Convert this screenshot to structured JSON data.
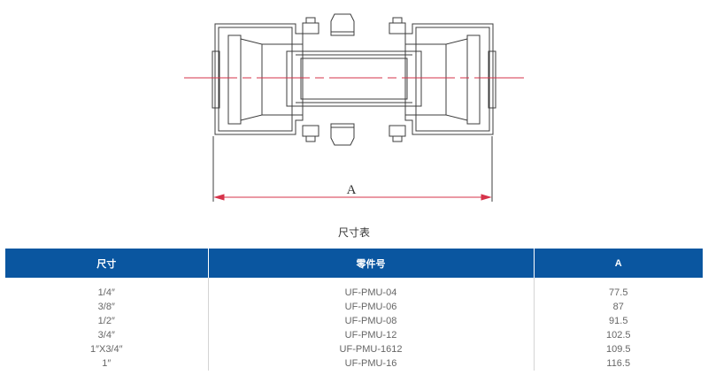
{
  "drawing": {
    "dimension_label": "A",
    "line_color": "#3c3c3c",
    "dimension_color": "#d6334a"
  },
  "caption": "尺寸表",
  "table": {
    "header_color": "#0a56a0",
    "headers": [
      "尺寸",
      "零件号",
      "A"
    ],
    "rows": [
      [
        "1/4″",
        "UF-PMU-04",
        "77.5"
      ],
      [
        "3/8″",
        "UF-PMU-06",
        "87"
      ],
      [
        "1/2″",
        "UF-PMU-08",
        "91.5"
      ],
      [
        "3/4″",
        "UF-PMU-12",
        "102.5"
      ],
      [
        "1″X3/4″",
        "UF-PMU-1612",
        "109.5"
      ],
      [
        "1″",
        "UF-PMU-16",
        "116.5"
      ]
    ]
  }
}
